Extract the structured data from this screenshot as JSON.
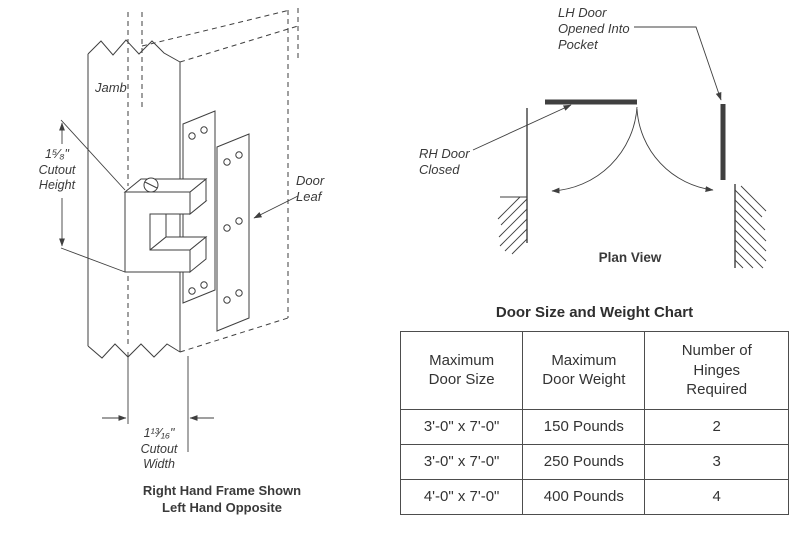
{
  "colors": {
    "line_ink": "#3f3f3f",
    "text_ink": "#333333",
    "background": "#ffffff"
  },
  "isometric_view": {
    "jamb_label": "Jamb",
    "cutout_height_label": "1⁵⁄₈\"\nCutout\nHeight",
    "door_leaf_label": "Door\nLeaf",
    "cutout_width_label": "1¹³⁄₁₆\"\nCutout\nWidth",
    "caption": "Right Hand Frame Shown\nLeft Hand Opposite"
  },
  "plan_view": {
    "lh_door_label": "LH Door\nOpened Into\nPocket",
    "rh_door_label": "RH Door\nClosed",
    "caption": "Plan View"
  },
  "table": {
    "title": "Door Size and Weight Chart",
    "headers": [
      "Maximum\nDoor Size",
      "Maximum\nDoor Weight",
      "Number of\nHinges\nRequired"
    ],
    "rows": [
      [
        "3'-0\" x 7'-0\"",
        "150 Pounds",
        "2"
      ],
      [
        "3'-0\" x 7'-0\"",
        "250 Pounds",
        "3"
      ],
      [
        "4'-0\" x 7'-0\"",
        "400 Pounds",
        "4"
      ]
    ]
  }
}
